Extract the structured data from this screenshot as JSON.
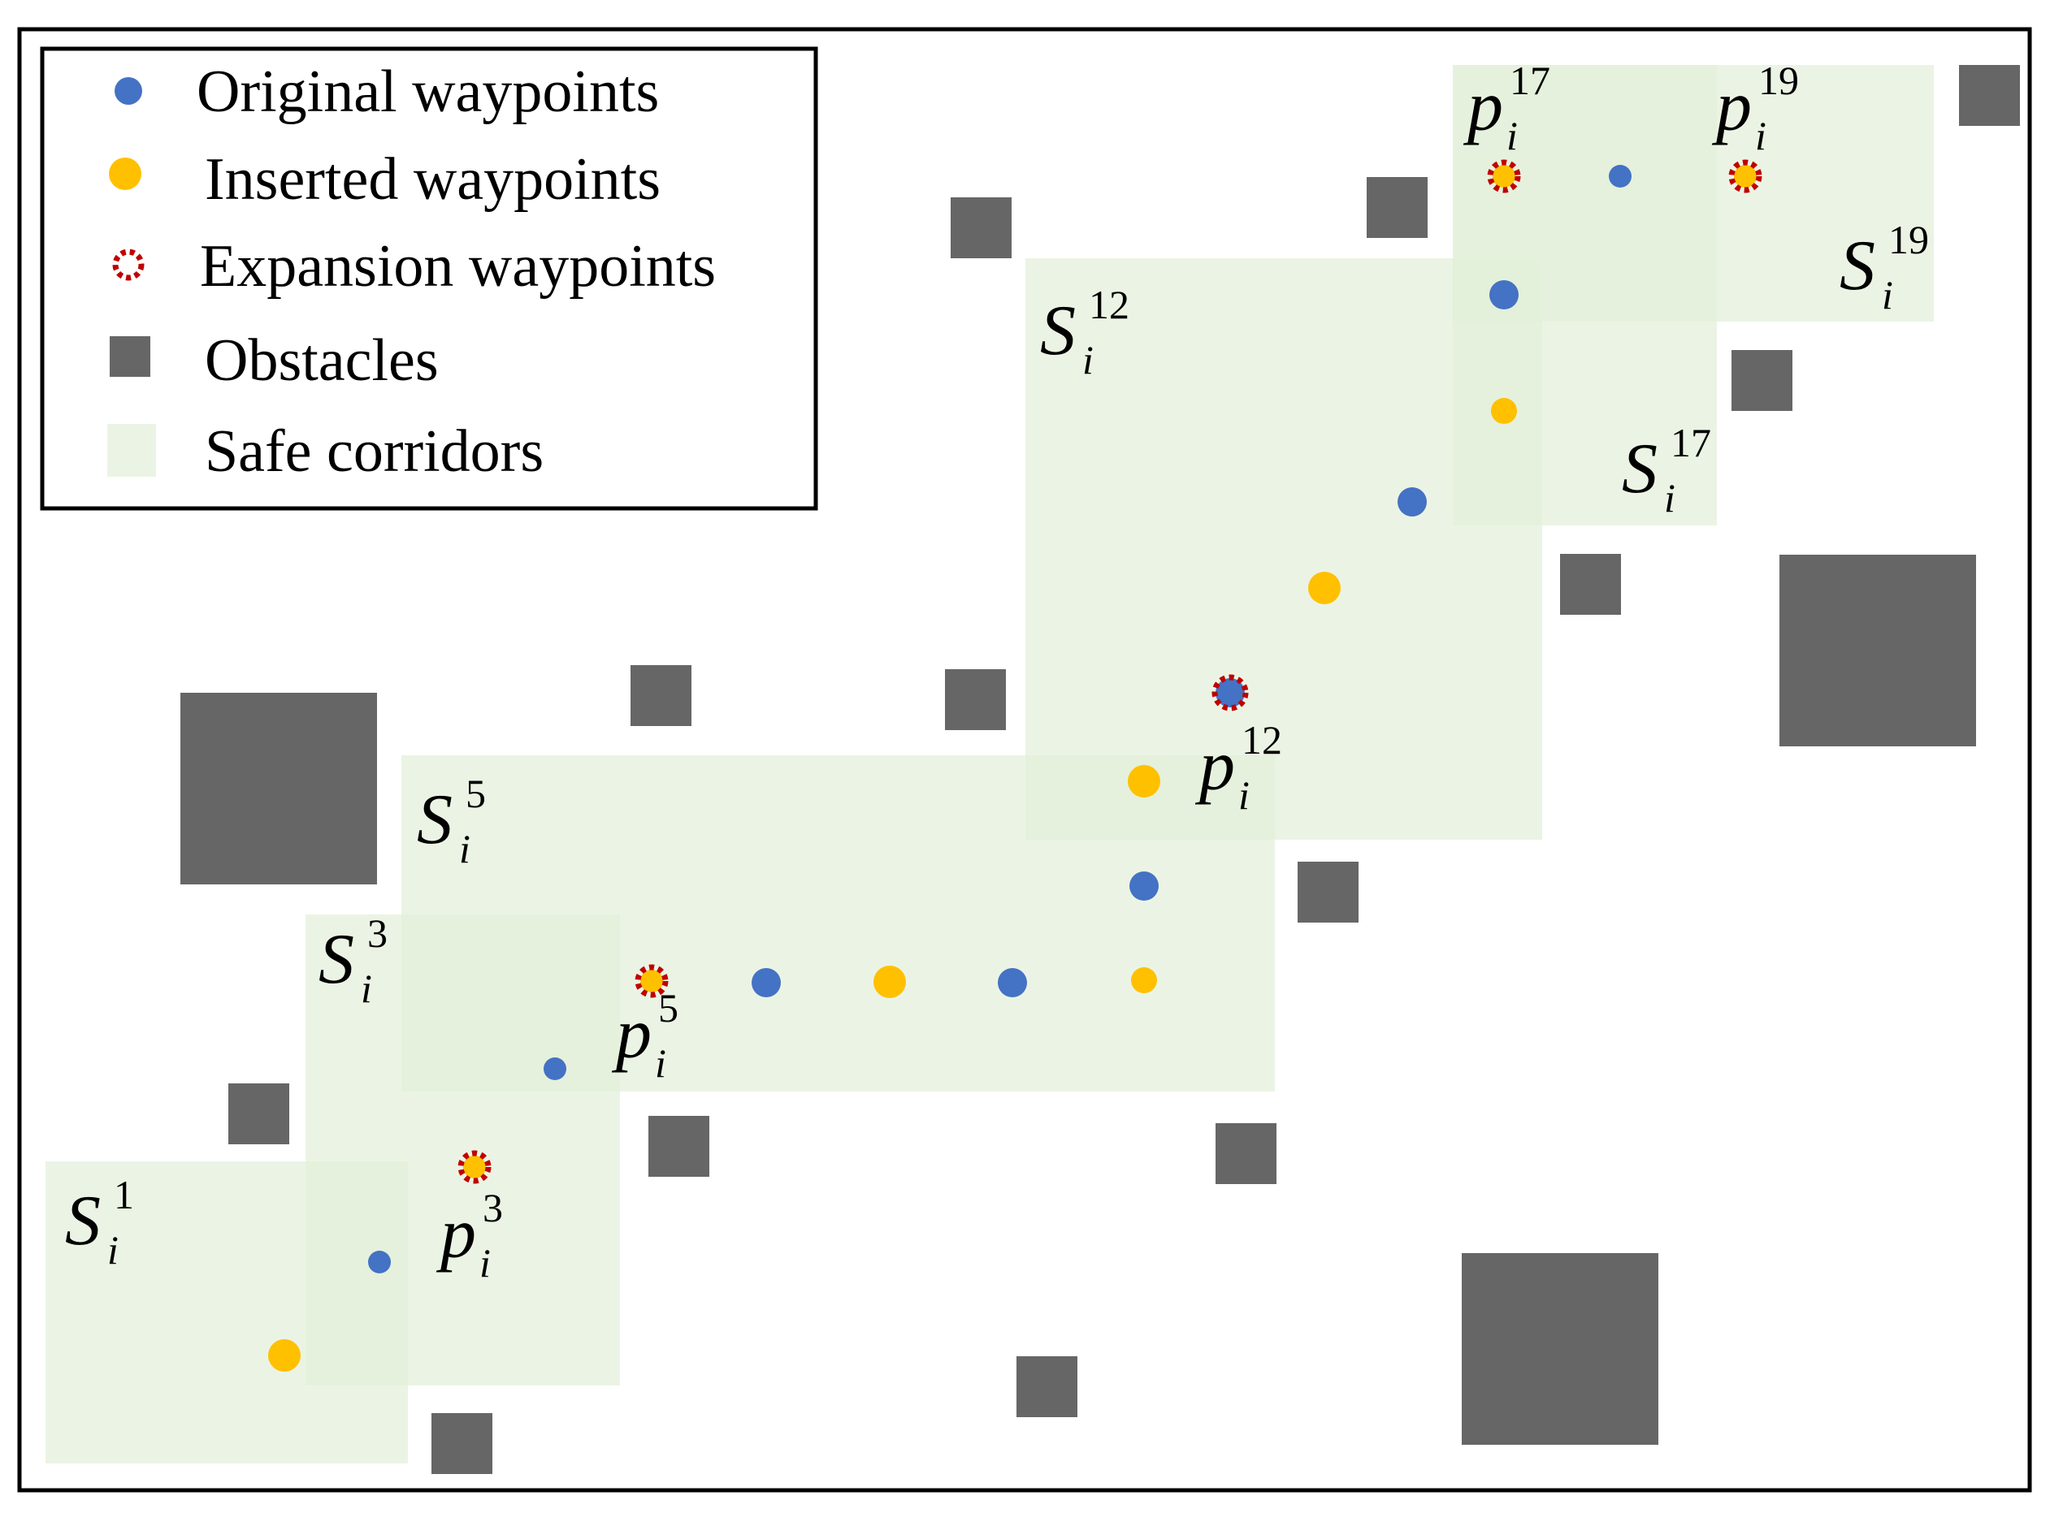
{
  "colors": {
    "original": "#4472C4",
    "inserted": "#FFC000",
    "expansion_ring": "#C00000",
    "obstacle": "#666666",
    "corridor": "#E2F0D9"
  },
  "legend": {
    "items": [
      {
        "label": "Original waypoints",
        "marker": "blue-dot-icon"
      },
      {
        "label": "Inserted waypoints",
        "marker": "yellow-dot-icon"
      },
      {
        "label": "Expansion waypoints",
        "marker": "red-dashed-circle-icon"
      },
      {
        "label": "Obstacles",
        "marker": "gray-square-icon"
      },
      {
        "label": "Safe corridors",
        "marker": "green-square-icon"
      }
    ]
  },
  "corridor_labels": [
    {
      "base": "S",
      "sub": "i",
      "sup": "1"
    },
    {
      "base": "S",
      "sub": "i",
      "sup": "3"
    },
    {
      "base": "S",
      "sub": "i",
      "sup": "5"
    },
    {
      "base": "S",
      "sub": "i",
      "sup": "12"
    },
    {
      "base": "S",
      "sub": "i",
      "sup": "17"
    },
    {
      "base": "S",
      "sub": "i",
      "sup": "19"
    }
  ],
  "waypoint_labels": [
    {
      "base": "p",
      "sub": "i",
      "sup": "3"
    },
    {
      "base": "p",
      "sub": "i",
      "sup": "5"
    },
    {
      "base": "p",
      "sub": "i",
      "sup": "12"
    },
    {
      "base": "p",
      "sub": "i",
      "sup": "17"
    },
    {
      "base": "p",
      "sub": "i",
      "sup": "19"
    }
  ]
}
